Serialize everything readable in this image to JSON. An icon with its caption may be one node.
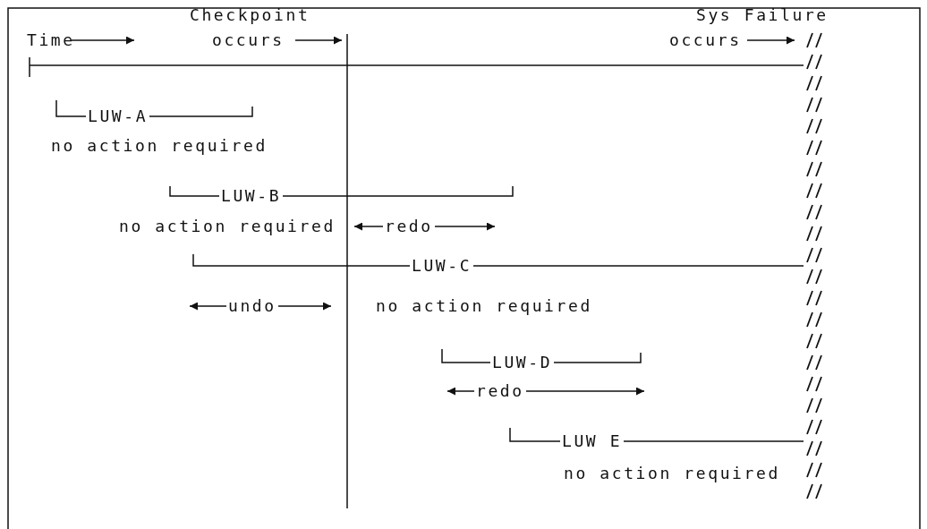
{
  "diagram": {
    "labels": [
      "Checkpoint",
      "Sys Failure",
      "Time",
      "occurs",
      "occurs",
      "LUW-A",
      "no action required",
      "LUW-B",
      "no action required",
      "redo",
      "LUW-C",
      "undo",
      "no action required",
      "LUW-D",
      "redo",
      "LUW E",
      "no action required"
    ]
  }
}
